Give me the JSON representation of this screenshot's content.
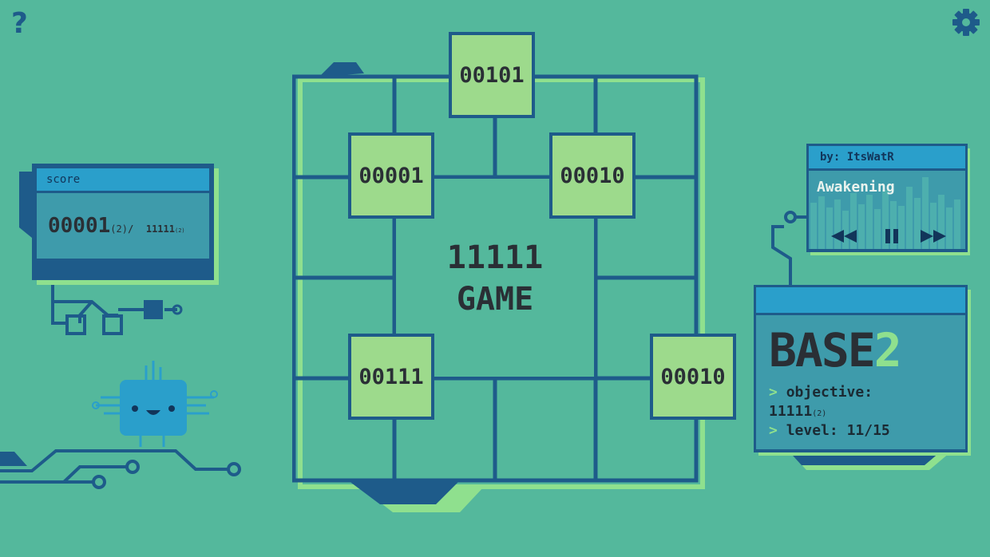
{
  "colors": {
    "background": "#54b89c",
    "dark_blue": "#1e5b8a",
    "tile_green": "#9dda8c",
    "light_green": "#8fe08e",
    "panel_blue": "#2a9fcb",
    "text": "#2a2f35"
  },
  "toolbar": {
    "help_label": "?",
    "settings_icon": "gear-icon"
  },
  "score": {
    "title": "score",
    "current": "00001",
    "current_base": "(2)",
    "separator": "/",
    "target": "11111",
    "target_base": "(2)"
  },
  "board": {
    "title_line1": "11111",
    "title_line2": "GAME",
    "tiles": [
      "00101",
      "00001",
      "00010",
      "00111",
      "00010"
    ]
  },
  "music": {
    "author": "by: ItsWatR",
    "track": "Awakening",
    "rewind_icon": "rewind-icon",
    "pause_icon": "pause-icon",
    "forward_icon": "fast-forward-icon"
  },
  "info": {
    "base_word": "BASE",
    "base_num": "2",
    "prompt": ">",
    "objective_label": "objective:",
    "objective_value": "11111",
    "objective_base": "(2)",
    "level_label": "level:",
    "level_value": "11/15"
  }
}
